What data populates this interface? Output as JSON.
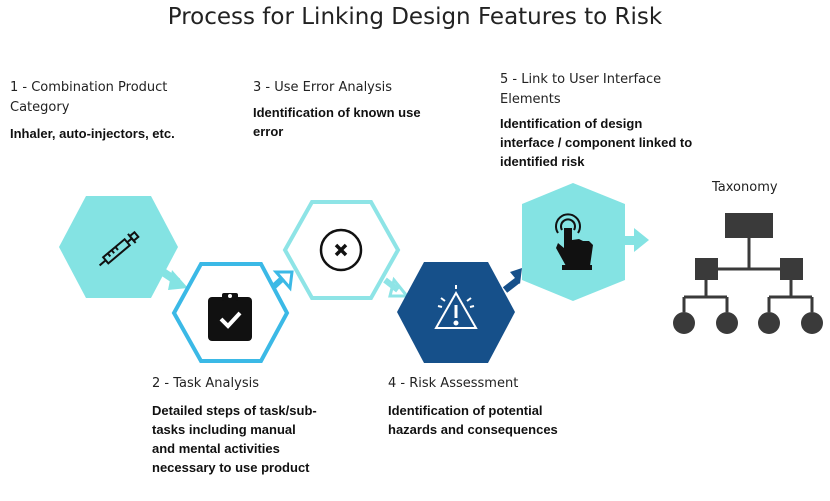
{
  "title": "Process for Linking Design Features to Risk",
  "colors": {
    "cyan": "#84e3e3",
    "blue_outline": "#3bb9e6",
    "light_outline": "#8ee4e6",
    "dark_blue": "#16508a",
    "taxonomy": "#3a3a3a"
  },
  "steps": [
    {
      "label": "1 - Combination Product Category",
      "description": "Inhaler, auto-injectors, etc.",
      "icon": "syringe-icon"
    },
    {
      "label": "2 - Task Analysis",
      "description": "Detailed steps of task/sub-tasks including manual and mental activities necessary to use product",
      "icon": "clipboard-check-icon"
    },
    {
      "label": "3 - Use Error Analysis",
      "description": "Identification of known use error",
      "icon": "x-circle-icon"
    },
    {
      "label": "4 - Risk Assessment",
      "description": "Identification of potential hazards and consequences",
      "icon": "warning-icon"
    },
    {
      "label": "5 - Link to User Interface Elements",
      "description": "Identification of design interface / component linked to identified risk",
      "icon": "touch-hand-icon"
    }
  ],
  "taxonomy": {
    "label": "Taxonomy",
    "icon": "hierarchy-icon"
  }
}
